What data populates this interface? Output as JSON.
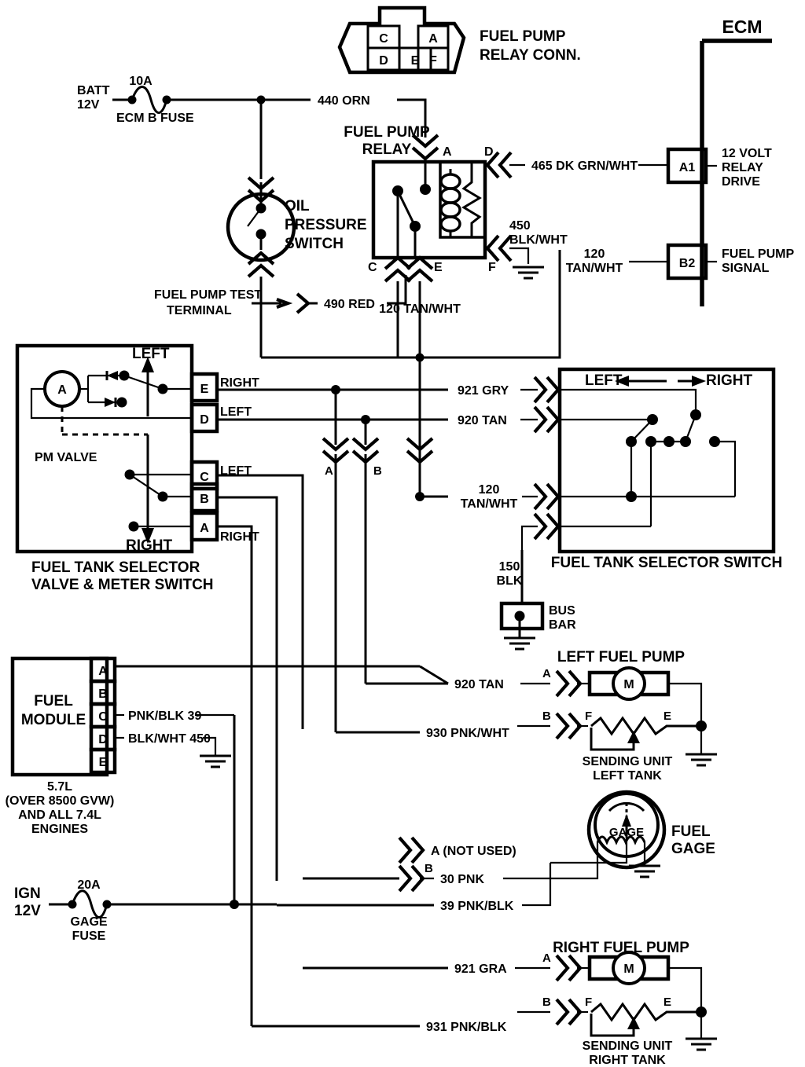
{
  "diagram": {
    "title": "Fuel Pump / Fuel Tank Selector Wiring Diagram",
    "type": "automotive-wiring-schematic"
  },
  "ecm": {
    "label": "ECM",
    "pins": [
      {
        "id": "A1",
        "name": "12 VOLT\nRELAY\nDRIVE",
        "line1": "12 VOLT",
        "line2": "RELAY",
        "line3": "DRIVE"
      },
      {
        "id": "B2",
        "name": "FUEL PUMP SIGNAL",
        "line1": "FUEL PUMP",
        "line2": "SIGNAL"
      }
    ]
  },
  "relay_connector": {
    "label_line1": "FUEL PUMP",
    "label_line2": "RELAY CONN.",
    "cavities_top": [
      "C",
      "A"
    ],
    "cavities_bottom": [
      "D",
      "E",
      "F"
    ]
  },
  "power": {
    "batt_line1": "BATT",
    "batt_line2": "12V",
    "ecm_fuse_rating": "10A",
    "ecm_fuse_name": "ECM B FUSE",
    "ign_line1": "IGN",
    "ign_line2": "12V",
    "gage_fuse_rating": "20A",
    "gage_fuse_name_line1": "GAGE",
    "gage_fuse_name_line2": "FUSE"
  },
  "relay": {
    "label_line1": "FUEL PUMP",
    "label_line2": "RELAY",
    "terminals": [
      "A",
      "D",
      "C",
      "E",
      "F"
    ]
  },
  "oil_pressure_switch": {
    "line1": "OIL",
    "line2": "PRESSURE",
    "line3": "SWITCH"
  },
  "test_terminal": {
    "line1": "FUEL PUMP TEST",
    "line2": "TERMINAL"
  },
  "selector_valve": {
    "name_line1": "FUEL TANK SELECTOR",
    "name_line2": "VALVE & METER SWITCH",
    "motor_label": "A",
    "pm_valve": "PM VALVE",
    "arrow_left": "LEFT",
    "arrow_right": "RIGHT",
    "terminals": [
      {
        "id": "E",
        "label": "RIGHT"
      },
      {
        "id": "D",
        "label": "LEFT"
      },
      {
        "id": "C",
        "label": "LEFT"
      },
      {
        "id": "B",
        "label": ""
      },
      {
        "id": "A",
        "label": "RIGHT"
      }
    ]
  },
  "selector_switch": {
    "name": "FUEL TANK SELECTOR SWITCH",
    "arrow_left": "LEFT",
    "arrow_right": "RIGHT"
  },
  "fuel_module": {
    "name_line1": "FUEL",
    "name_line2": "MODULE",
    "terminals": [
      "A",
      "B",
      "C",
      "D",
      "E"
    ],
    "wire_c": "PNK/BLK 39",
    "wire_d": "BLK/WHT 450",
    "note_line1": "5.7L",
    "note_line2": "(OVER 8500 GVW)",
    "note_line3": "AND ALL 7.4L",
    "note_line4": "ENGINES"
  },
  "bus_bar": {
    "wire": "150\nBLK",
    "wire_line1": "150",
    "wire_line2": "BLK",
    "label_line1": "BUS",
    "label_line2": "BAR"
  },
  "fuel_gage": {
    "inner_label": "GAGE",
    "label_line1": "FUEL",
    "label_line2": "GAGE"
  },
  "left_pump": {
    "title": "LEFT FUEL PUMP",
    "motor": "M",
    "feed_wire": "920 TAN",
    "feed_pin": "A",
    "sender_wire": "930 PNK/WHT",
    "sender_pin": "B",
    "sender_term_f": "F",
    "sender_term_e": "E",
    "sender_label_line1": "SENDING UNIT",
    "sender_label_line2": "LEFT TANK"
  },
  "right_pump": {
    "title": "RIGHT FUEL PUMP",
    "motor": "M",
    "feed_wire": "921 GRA",
    "feed_pin": "A",
    "sender_wire": "931 PNK/BLK",
    "sender_pin": "B",
    "sender_term_f": "F",
    "sender_term_e": "E",
    "sender_label_line1": "SENDING UNIT",
    "sender_label_line2": "RIGHT TANK"
  },
  "gage_connector": {
    "not_used": "A (NOT USED)",
    "pin_b": "B",
    "wire_30": "30 PNK",
    "wire_39": "39 PNK/BLK"
  },
  "wires": {
    "w440": "440 ORN",
    "w465": "465 DK GRN/WHT",
    "w450_line1": "450",
    "w450_line2": "BLK/WHT",
    "w120_line1": "120",
    "w120_line2": "TAN/WHT",
    "w120_inline": "120 TAN/WHT",
    "w490": "490 RED",
    "w921": "921 GRY",
    "w920": "920 TAN",
    "w120b_line1": "120",
    "w120b_line2": "TAN/WHT"
  },
  "splice_arrows": {
    "a": "A",
    "b": "B"
  }
}
